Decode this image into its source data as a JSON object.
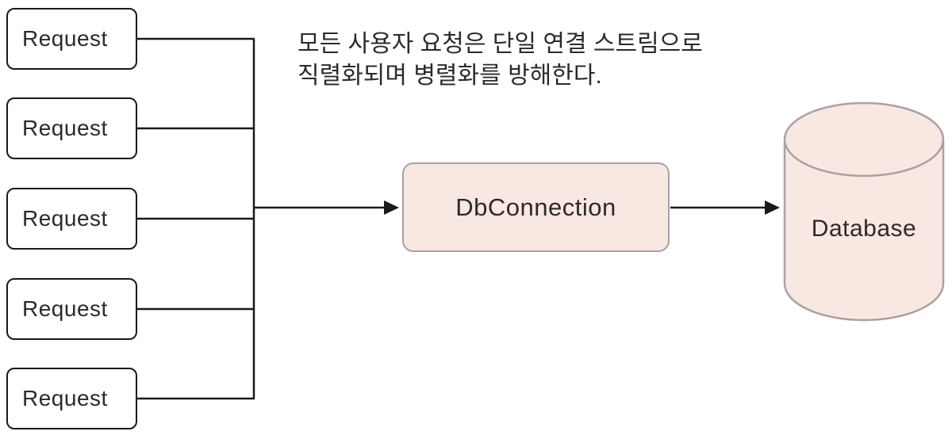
{
  "annotation": {
    "line1": "모든 사용자 요청은 단일 연결 스트림으로",
    "line2": "직렬화되며 병렬화를 방해한다."
  },
  "requests": [
    {
      "label": "Request"
    },
    {
      "label": "Request"
    },
    {
      "label": "Request"
    },
    {
      "label": "Request"
    },
    {
      "label": "Request"
    }
  ],
  "db_connection": {
    "label": "DbConnection"
  },
  "database": {
    "label": "Database"
  },
  "colors": {
    "node_fill": "#f9e7e2",
    "node_border": "#a9a2a0",
    "request_border": "#1a1a1a",
    "connector_line": "#1a1a1a",
    "text": "#2b2b2b"
  }
}
